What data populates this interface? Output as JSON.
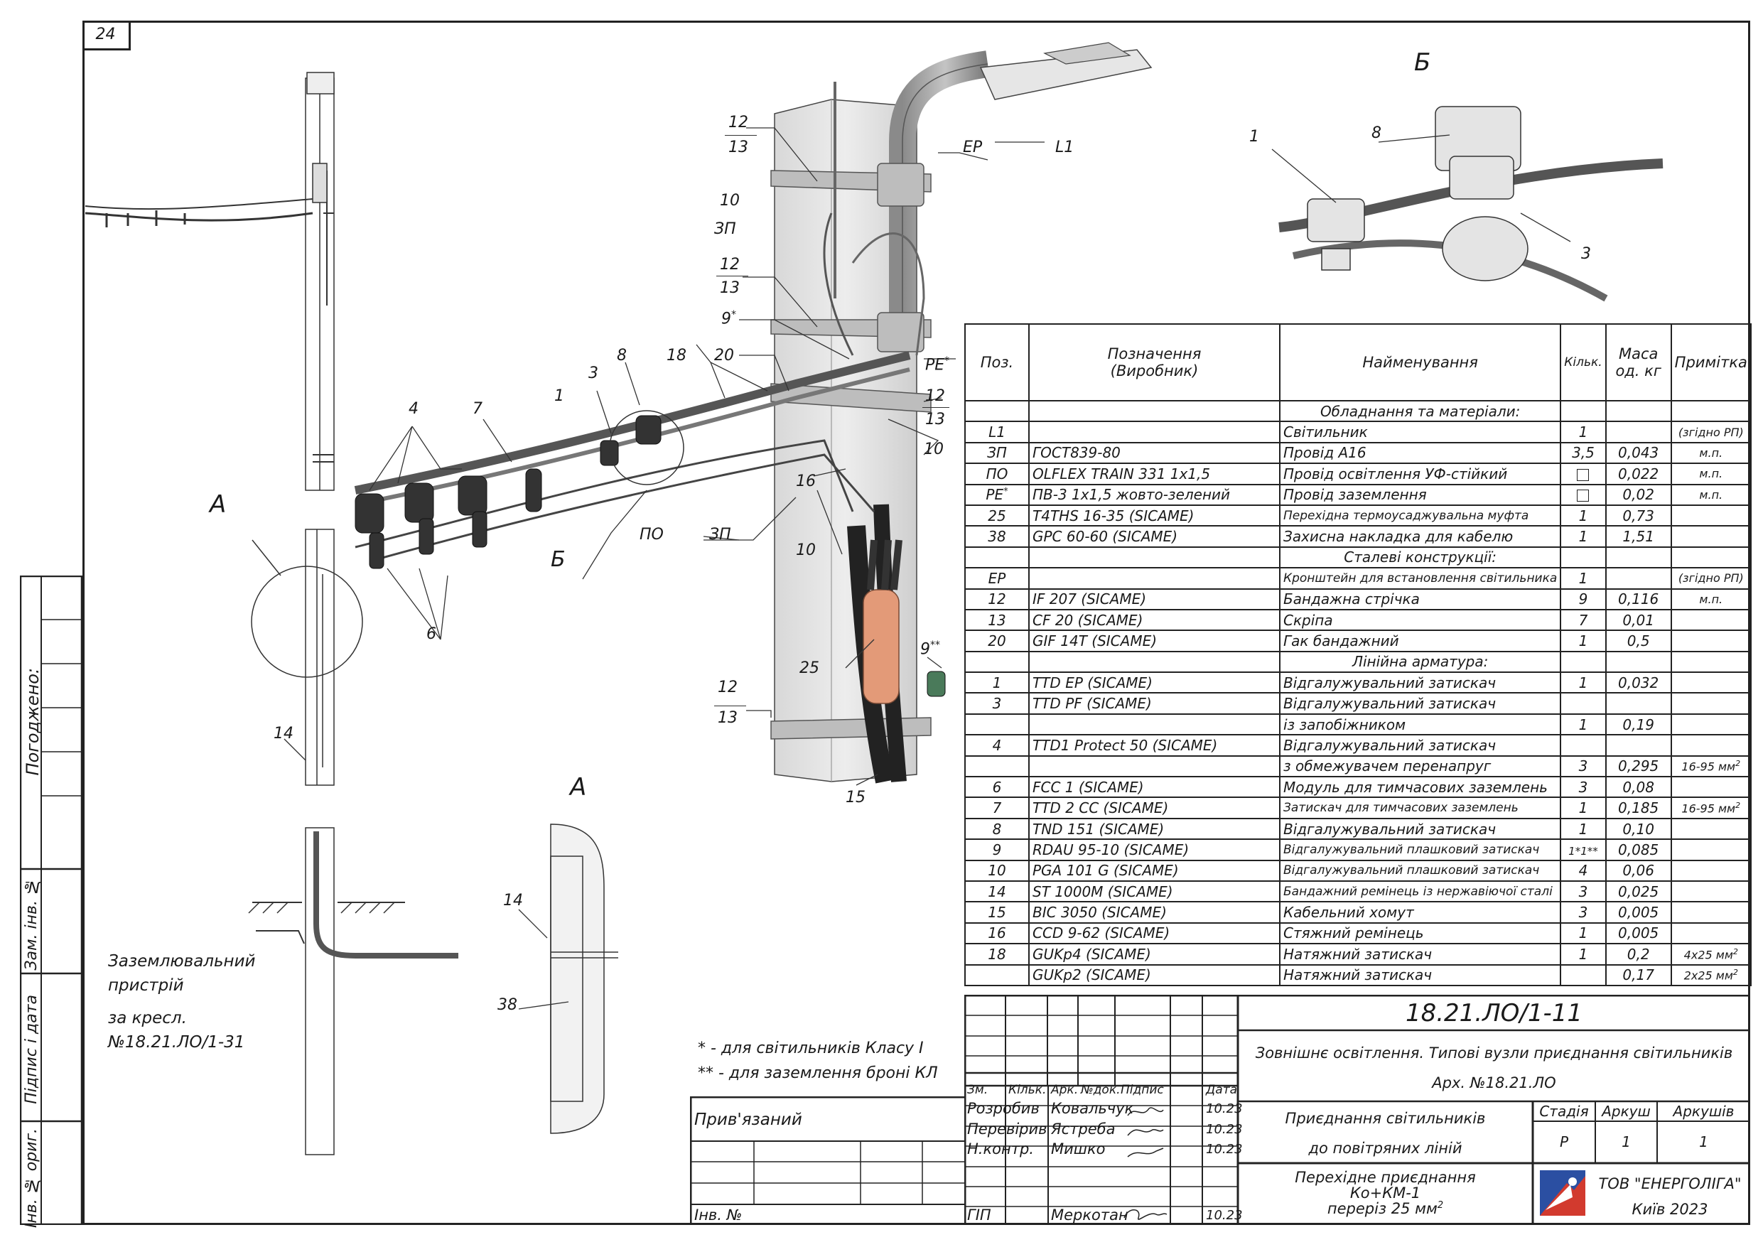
{
  "sheet_number": "24",
  "left_margin": {
    "approved_label": "Погоджено:",
    "zam_inv_label": "Зам. інв. №",
    "sign_date_label": "Підпис і дата",
    "inv_orig_label": "Інв. № ориг."
  },
  "views": {
    "view_a_label": "А",
    "view_b_label": "Б",
    "grounding_note_1": "Заземлювальний",
    "grounding_note_2": "пристрій",
    "grounding_note_3": "за кресл.",
    "grounding_note_4": "№18.21.ЛО/1-31",
    "footnote_1": "* - для світильників Класу I",
    "footnote_2": "** - для заземлення броні КЛ"
  },
  "callouts": {
    "n12a": "12",
    "n13a": "13",
    "n10a": "10",
    "n3p": "ЗП",
    "n12b": "12",
    "n13b": "13",
    "n9s": "9",
    "n9star": "*",
    "n20": "20",
    "n18": "18",
    "n8": "8",
    "n3": "3",
    "n1": "1",
    "n4": "4",
    "n7": "7",
    "nEP": "ЕР",
    "nL1": "L1",
    "nPE": "РЕ",
    "nPEstar": "*",
    "n12c": "12",
    "n13c": "13",
    "n10b": "10",
    "n16": "16",
    "n10c": "10",
    "nPO": "ПО",
    "n3p2": "ЗП",
    "nB": "Б",
    "n6": "6",
    "n25": "25",
    "n9ss": "9",
    "n9ssstar": "**",
    "n12d": "12",
    "n13d": "13",
    "n15": "15",
    "n14a": "14",
    "n14b": "14",
    "n38": "38",
    "bB1": "1",
    "bB8": "8",
    "bB3": "3"
  },
  "spec_table": {
    "headers": [
      "Поз.",
      "Позначення",
      "(Виробник)",
      "Найменування",
      "Кільк.",
      "Маса",
      "од. кг",
      "Примітка"
    ],
    "rows": [
      {
        "section": "Обладнання та матеріали:"
      },
      {
        "pos": "L1",
        "code": "",
        "name": "Світильник",
        "qty": "1",
        "mass": "",
        "note": "(згідно РП)"
      },
      {
        "pos": "ЗП",
        "code": "ГОСТ839-80",
        "name": "Провід А16",
        "qty": "3,5",
        "mass": "0,043",
        "note": "м.п."
      },
      {
        "pos": "ПО",
        "code": "OLFLEX TRAIN 331 1x1,5",
        "name": "Провід освітлення УФ-стійкий",
        "qty": "",
        "qty_box": true,
        "mass": "0,022",
        "note": "м.п."
      },
      {
        "pos": "РЕ",
        "pos_sup": "*",
        "code": "ПВ-3 1х1,5 жовто-зелений",
        "name": "Провід заземлення",
        "qty": "",
        "qty_box": true,
        "mass": "0,02",
        "note": "м.п."
      },
      {
        "pos": "25",
        "code": "T4THS 16-35 (SICAME)",
        "name": "Перехідна термоусаджувальна муфта",
        "qty": "1",
        "mass": "0,73",
        "note": "",
        "name_small": true
      },
      {
        "pos": "38",
        "code": "GPC 60-60 (SICAME)",
        "name": "Захисна накладка для кабелю",
        "qty": "1",
        "mass": "1,51",
        "note": ""
      },
      {
        "section": "Сталеві конструкції:"
      },
      {
        "pos": "ЕР",
        "code": "",
        "name": "Кронштейн для встановлення світильника",
        "qty": "1",
        "mass": "",
        "note": "(згідно РП)",
        "name_small": true
      },
      {
        "pos": "12",
        "code": "IF 207 (SICAME)",
        "name": "Бандажна стрічка",
        "qty": "9",
        "mass": "0,116",
        "note": "м.п."
      },
      {
        "pos": "13",
        "code": "CF 20 (SICAME)",
        "name": "Скріпа",
        "qty": "7",
        "mass": "0,01",
        "note": ""
      },
      {
        "pos": "20",
        "code": "GIF 14T (SICAME)",
        "name": "Гак бандажний",
        "qty": "1",
        "mass": "0,5",
        "note": ""
      },
      {
        "section": "Лінійна арматура:"
      },
      {
        "pos": "1",
        "code": "TTD EP (SICAME)",
        "name": "Відгалужувальний затискач",
        "qty": "1",
        "mass": "0,032",
        "note": ""
      },
      {
        "pos": "3",
        "code": "TTD PF (SICAME)",
        "name": "Відгалужувальний затискач",
        "qty": "",
        "mass": "",
        "note": ""
      },
      {
        "pos": "",
        "code": "",
        "name": "із запобіжником",
        "qty": "1",
        "mass": "0,19",
        "note": ""
      },
      {
        "pos": "4",
        "code": "TTD1 Protect 50 (SICAME)",
        "name": "Відгалужувальний затискач",
        "qty": "",
        "mass": "",
        "note": ""
      },
      {
        "pos": "",
        "code": "",
        "name": "з обмежувачем перенапруг",
        "qty": "3",
        "mass": "0,295",
        "note": "16-95 мм",
        "note_sup": "2"
      },
      {
        "pos": "6",
        "code": "FCC 1 (SICAME)",
        "name": "Модуль для тимчасових заземлень",
        "qty": "3",
        "mass": "0,08",
        "note": ""
      },
      {
        "pos": "7",
        "code": "TTD 2 CC (SICAME)",
        "name": "Затискач для тимчасових заземлень",
        "qty": "1",
        "mass": "0,185",
        "note": "16-95 мм",
        "note_sup": "2",
        "name_small": true
      },
      {
        "pos": "8",
        "code": "TND 151 (SICAME)",
        "name": "Відгалужувальний затискач",
        "qty": "1",
        "mass": "0,10",
        "note": ""
      },
      {
        "pos": "9",
        "code": "RDAU 95-10 (SICAME)",
        "name": "Відгалужувальний плашковий затискач",
        "qty": "1*1**",
        "mass": "0,085",
        "note": "",
        "name_small": true
      },
      {
        "pos": "10",
        "code": "PGA 101 G (SICAME)",
        "name": "Відгалужувальний плашковий затискач",
        "qty": "4",
        "mass": "0,06",
        "note": "",
        "name_small": true
      },
      {
        "pos": "14",
        "code": "ST 1000M (SICAME)",
        "name": "Бандажний ремінець із нержавіючої сталі",
        "qty": "3",
        "mass": "0,025",
        "note": "",
        "name_small": true
      },
      {
        "pos": "15",
        "code": "BIC 3050 (SICAME)",
        "name": "Кабельний хомут",
        "qty": "3",
        "mass": "0,005",
        "note": ""
      },
      {
        "pos": "16",
        "code": "CCD 9-62 (SICAME)",
        "name": "Стяжний ремінець",
        "qty": "1",
        "mass": "0,005",
        "note": ""
      },
      {
        "pos": "18",
        "code": "GUKp4 (SICAME)",
        "name": "Натяжний затискач",
        "qty": "1",
        "mass": "0,2",
        "note": "4х25 мм",
        "note_sup": "2"
      },
      {
        "pos": "",
        "code": "GUKp2 (SICAME)",
        "name": "Натяжний затискач",
        "qty": "",
        "mass": "0,17",
        "note": "2х25 мм",
        "note_sup": "2"
      }
    ]
  },
  "title_block": {
    "doc_code": "18.21.ЛО/1-11",
    "title_line_1": "Зовнішнє освітлення. Типові вузли приєднання світильників",
    "title_line_2": "Арх. №18.21.ЛО",
    "col_zm": "Зм.",
    "col_kilk": "Кільк.",
    "col_ark": "Арк.",
    "col_ndok": "№док.",
    "col_pidpys": "Підпис",
    "col_data": "Дата",
    "roles": [
      {
        "role": "Розробив",
        "name": "Ковальчук",
        "date": "10.23"
      },
      {
        "role": "Перевірив",
        "name": "Ястреба",
        "date": "10.23"
      },
      {
        "role": "Н.контр.",
        "name": "Мишко",
        "date": "10.23"
      },
      {
        "role": "ГІП",
        "name": "Меркотан",
        "date": "10.23"
      }
    ],
    "linked_label": "Прив'язаний",
    "inv_label": "Інв. №",
    "sheet_title_1": "Приєднання світильників",
    "sheet_title_2": "до повітряних ліній",
    "stage_label": "Стадія",
    "sheet_label": "Аркуш",
    "sheets_label": "Аркушів",
    "stage_value": "Р",
    "sheet_value": "1",
    "sheets_value": "1",
    "sub_title_1": "Перехідне приєднання",
    "sub_title_2": "Ко+КМ-1",
    "sub_title_3": "переріз 25 мм",
    "sub_title_3_sup": "2",
    "company_name": "ТОВ \"ЕНЕРГОЛІГА\"",
    "company_city": "Київ 2023"
  }
}
